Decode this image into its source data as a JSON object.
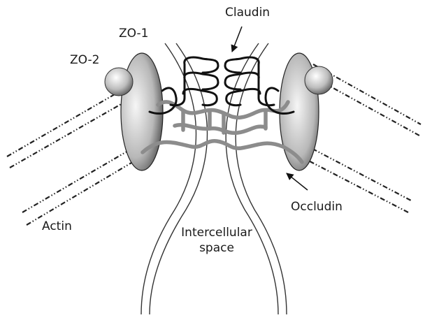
{
  "labels": {
    "claudin": "Claudin",
    "zo1": "ZO-1",
    "zo2": "ZO-2",
    "actin": "Actin",
    "occludin": "Occludin",
    "intercellular_space": "Intercellular space"
  },
  "colors": {
    "ink": "#111111",
    "occludin_gray": "#8c8c8c",
    "membrane": "#333333",
    "zo1_light": "#f2f2f2",
    "zo1_dark": "#2a2a2a",
    "zo2_light": "#ffffff",
    "zo2_dark": "#555555"
  }
}
